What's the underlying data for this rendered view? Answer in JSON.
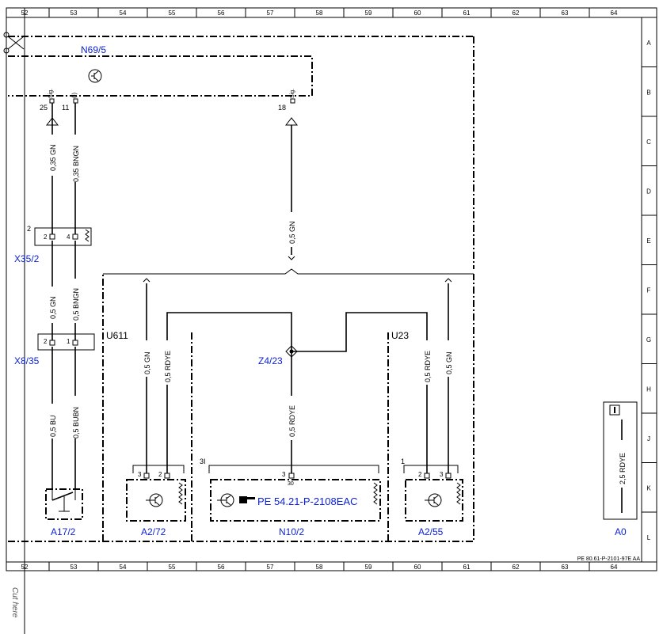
{
  "ruler": {
    "columns": [
      "52",
      "53",
      "54",
      "55",
      "56",
      "57",
      "58",
      "59",
      "60",
      "61",
      "62",
      "63",
      "64"
    ],
    "rows": [
      "A",
      "B",
      "C",
      "D",
      "E",
      "F",
      "G",
      "H",
      "J",
      "K",
      "L"
    ]
  },
  "components": {
    "n69_5": {
      "label": "N69/5",
      "pin_25_sig": "Sig.",
      "pin_25": "25",
      "pin_11_sig": "(-)",
      "pin_11": "11",
      "pin_18_sig": "Sig.",
      "pin_18": "18"
    },
    "x35_2": {
      "label": "X35/2",
      "num": "2",
      "pin_a": "2",
      "pin_b": "4"
    },
    "x8_35": {
      "label": "X8/35",
      "pin_a": "2",
      "pin_b": "1"
    },
    "a17_2": {
      "label": "A17/2"
    },
    "u611": {
      "label": "U611"
    },
    "u23": {
      "label": "U23"
    },
    "z4_23": {
      "label": "Z4/23"
    },
    "a2_72": {
      "label": "A2/72",
      "pin_a": "3",
      "pin_b": "2"
    },
    "n10_2": {
      "label": "N10/2",
      "ref": "PE 54.21-P-2108EAC",
      "pin_top": "3",
      "pin_bottom": "30",
      "num": "3I"
    },
    "a2_55": {
      "label": "A2/55",
      "num": "1",
      "pin_a": "2",
      "pin_b": "3"
    },
    "a0": {
      "label": "A0",
      "wire": "2,5 RDYE"
    }
  },
  "wires": {
    "w1": "0,35 GN",
    "w2": "0,35 BNGN",
    "w3": "0,5 GN",
    "w4": "0,5 BNGN",
    "w5": "0,5 BU",
    "w6": "0,5 BUBN",
    "w7": "0,5 GN",
    "w8": "0,5 RDYE",
    "w9": "0,5 GN",
    "w10": "0,5 RDYE",
    "w11": "0,5 RDYE",
    "w12": "0,5 GN"
  },
  "footer": {
    "doc_ref": "PE 80.61-P-2101-97E AA",
    "cut_text": "Cut here"
  }
}
